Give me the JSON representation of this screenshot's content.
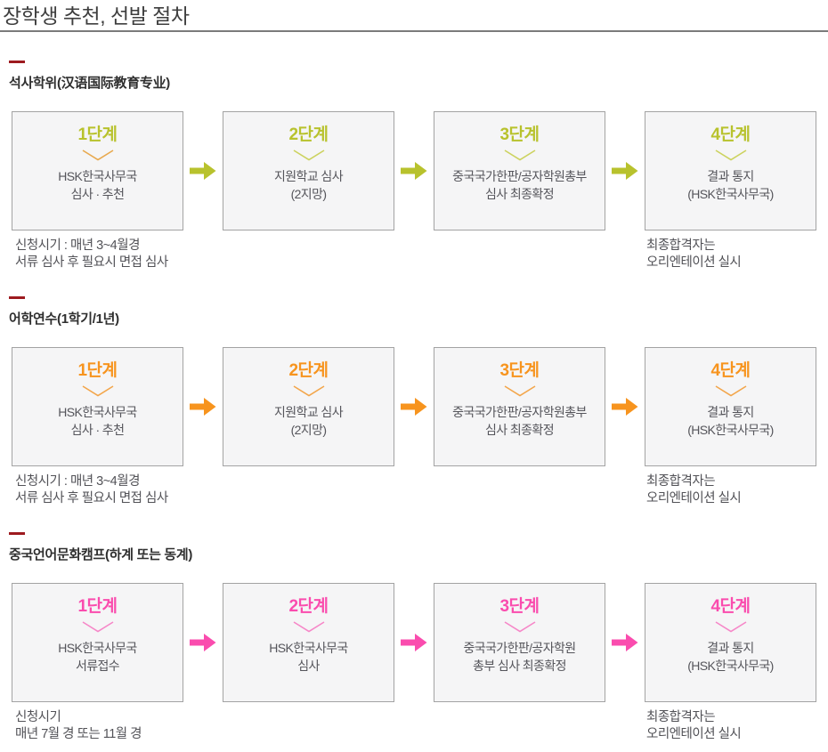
{
  "page": {
    "title": "장학생 추천, 선발 절차"
  },
  "colors": {
    "title_text": "#3e3e3e",
    "title_rule": "#7b7b7b",
    "section_dash": "#9d1a1f",
    "box_background": "#f5f5f6",
    "box_border": "#a3a3a3",
    "body_text": "#55555b",
    "green_accent": "#b8c22d",
    "orange_accent": "#f7941e",
    "pink_accent": "#fa4cae"
  },
  "sections": [
    {
      "title": "석사학위(汉语国际教育专业)",
      "accent": "#b8c22d",
      "steps": [
        {
          "label": "1단계",
          "chevron": "#e8a94e",
          "line1": "HSK한국사무국",
          "line2": "심사 · 추천"
        },
        {
          "label": "2단계",
          "chevron": "#ccd25e",
          "line1": "지원학교 심사",
          "line2": "(2지망)"
        },
        {
          "label": "3단계",
          "chevron": "#ccd25e",
          "line1": "중국국가한판/공자학원총부",
          "line2": "심사 최종확정"
        },
        {
          "label": "4단계",
          "chevron": "#ccd25e",
          "line1": "결과 통지",
          "line2": "(HSK한국사무국)"
        }
      ],
      "note_left": [
        "신청시기 : 매년 3~4월경",
        "서류 심사 후 필요시 면접 심사"
      ],
      "note_right": [
        "최종합격자는",
        "오리엔테이션 실시"
      ]
    },
    {
      "title": "어학연수(1학기/1년)",
      "accent": "#f7941e",
      "steps": [
        {
          "label": "1단계",
          "chevron": "#f3a64b",
          "line1": "HSK한국사무국",
          "line2": "심사 · 추천"
        },
        {
          "label": "2단계",
          "chevron": "#f3a64b",
          "line1": "지원학교 심사",
          "line2": "(2지망)"
        },
        {
          "label": "3단계",
          "chevron": "#f3a64b",
          "line1": "중국국가한판/공자학원총부",
          "line2": "심사 최종확정"
        },
        {
          "label": "4단계",
          "chevron": "#f3a64b",
          "line1": "결과 통지",
          "line2": "(HSK한국사무국)"
        }
      ],
      "note_left": [
        "신청시기 : 매년 3~4월경",
        "서류 심사 후 필요시 면접 심사"
      ],
      "note_right": [
        "최종합격자는",
        "오리엔테이션 실시"
      ]
    },
    {
      "title": "중국언어문화캠프(하계 또는 동계)",
      "accent": "#fa4cae",
      "steps": [
        {
          "label": "1단계",
          "chevron": "#f687c8",
          "line1": "HSK한국사무국",
          "line2": "서류접수"
        },
        {
          "label": "2단계",
          "chevron": "#f687c8",
          "line1": "HSK한국사무국",
          "line2": "심사"
        },
        {
          "label": "3단계",
          "chevron": "#f687c8",
          "line1": "중국국가한판/공자학원",
          "line2": "총부 심사 최종확정"
        },
        {
          "label": "4단계",
          "chevron": "#f687c8",
          "line1": "결과 통지",
          "line2": "(HSK한국사무국)"
        }
      ],
      "note_left": [
        "신청시기",
        "매년 7월 경 또는 11월 경"
      ],
      "note_right": [
        "최종합격자는",
        "오리엔테이션 실시"
      ]
    }
  ]
}
